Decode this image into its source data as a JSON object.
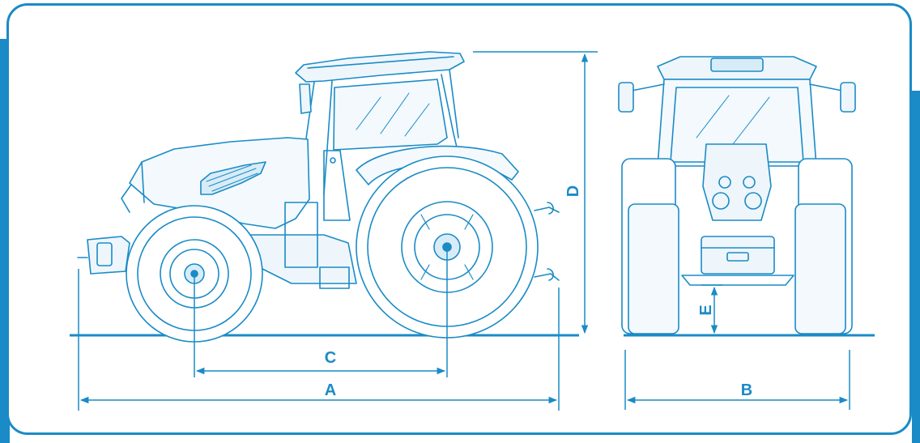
{
  "diagram": {
    "accent_color": "#1a8bc6",
    "dimensions": {
      "A": "A",
      "B": "B",
      "C": "C",
      "D": "D",
      "E": "E"
    }
  }
}
